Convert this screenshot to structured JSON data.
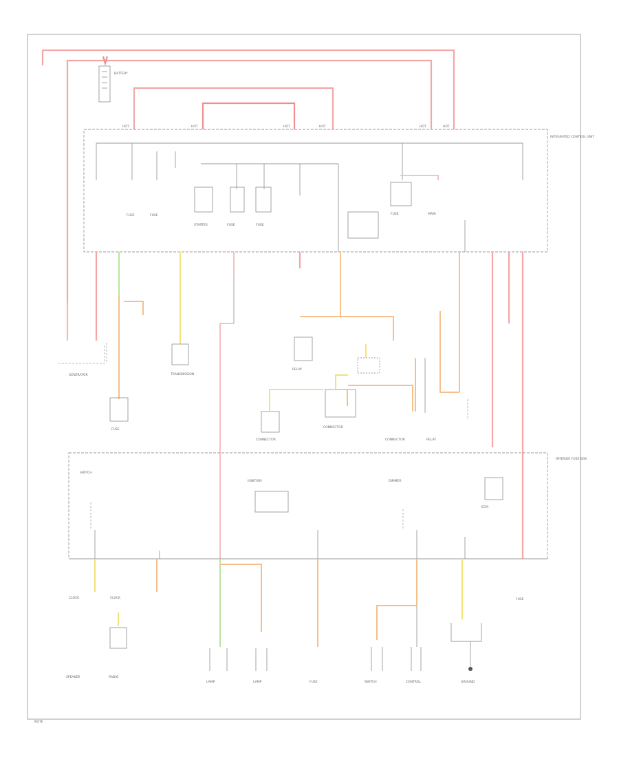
{
  "diagram": {
    "labels": {
      "battery": "BATTERY",
      "generator": "GENERATOR",
      "underhood_box": "INTEGRATED CONTROL UNIT",
      "interior_box": "INTERIOR FUSE BOX"
    }
  }
}
